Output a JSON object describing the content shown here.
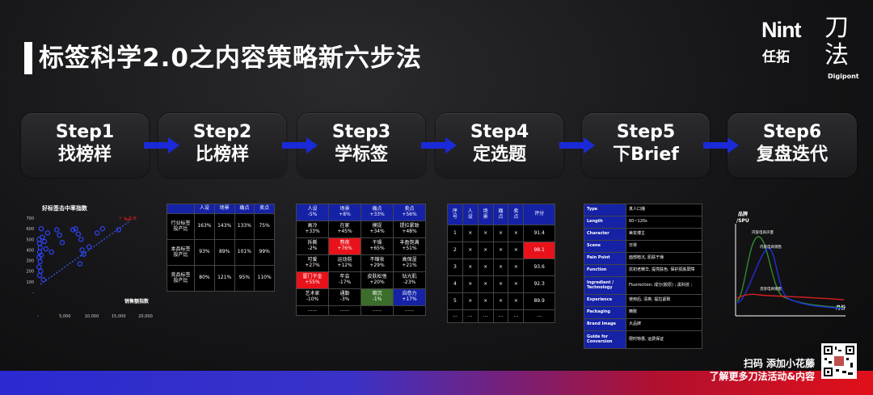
{
  "title": "标签科学2.0之内容策略新六步法",
  "logo": {
    "brand": "Nint",
    "cn": "任拓",
    "mark_line1": "刀",
    "mark_line2": "法",
    "sub": "Digipont"
  },
  "steps": [
    {
      "line1": "Step1",
      "line2": "找榜样"
    },
    {
      "line1": "Step2",
      "line2": "比榜样"
    },
    {
      "line1": "Step3",
      "line2": "学标签"
    },
    {
      "line1": "Step4",
      "line2": "定选题"
    },
    {
      "line1": "Step5",
      "line2": "下Brief"
    },
    {
      "line1": "Step6",
      "line2": "复盘迭代"
    }
  ],
  "colors": {
    "accent_blue": "#1522a6",
    "accent_red": "#e8121a",
    "arrow": "#1a2ad8"
  },
  "chart_data": [
    {
      "type": "scatter",
      "title": "好标签击中率指数",
      "xlabel": "销售额指数",
      "ylabel": "",
      "annotation": "r > 0.6",
      "xlim": [
        0,
        20000
      ],
      "ylim": [
        0,
        700
      ],
      "x_ticks": [
        "-",
        "5,000",
        "10,000",
        "15,000",
        "20,000"
      ],
      "y_ticks": [
        "700",
        "600",
        "500",
        "400",
        "300",
        "200",
        "100",
        "-"
      ],
      "points": [
        [
          200,
          500
        ],
        [
          300,
          460
        ],
        [
          400,
          420
        ],
        [
          300,
          380
        ],
        [
          200,
          330
        ],
        [
          600,
          350
        ],
        [
          400,
          290
        ],
        [
          200,
          240
        ],
        [
          500,
          200
        ],
        [
          300,
          160
        ],
        [
          800,
          520
        ],
        [
          1200,
          480
        ],
        [
          1500,
          410
        ],
        [
          2500,
          380
        ],
        [
          3500,
          590
        ],
        [
          4000,
          540
        ],
        [
          6500,
          590
        ],
        [
          7000,
          600
        ],
        [
          7500,
          550
        ],
        [
          8000,
          500
        ],
        [
          8200,
          400
        ],
        [
          8500,
          360
        ],
        [
          9500,
          430
        ],
        [
          7800,
          270
        ],
        [
          11000,
          560
        ],
        [
          12000,
          600
        ],
        [
          15000,
          590
        ],
        [
          1000,
          120
        ],
        [
          600,
          600
        ],
        [
          1800,
          560
        ],
        [
          4500,
          470
        ]
      ]
    },
    {
      "type": "line",
      "ylabel": "品牌\n/SPU",
      "xlabel": "月份",
      "series": [
        {
          "name": "内容电商声量",
          "color": "#2e8b2e"
        },
        {
          "name": "内容电商销售",
          "color": "#1f2fd8"
        },
        {
          "name": "货架电商销售",
          "color": "#d81f1f"
        }
      ]
    }
  ],
  "table2": {
    "headers": [
      "",
      "人设",
      "场景",
      "痛点",
      "卖点"
    ],
    "rows": [
      [
        "行业标签\n投产比",
        "163%",
        "143%",
        "133%",
        "75%"
      ],
      [
        "本品标签\n投产比",
        "93%",
        "89%",
        "101%",
        "99%"
      ],
      [
        "竞品标签\n投产比",
        "80%",
        "121%",
        "95%",
        "110%"
      ]
    ]
  },
  "table3": {
    "headers": [
      [
        "人设",
        "-5%"
      ],
      [
        "场景",
        "+8%"
      ],
      [
        "痛点",
        "+33%"
      ],
      [
        "卖点",
        "+56%"
      ]
    ],
    "rows": [
      [
        [
          "高冷",
          "+33%",
          ""
        ],
        [
          "在家",
          "+45%",
          ""
        ],
        [
          "摸捉",
          "+34%",
          ""
        ],
        [
          "提拉紧致",
          "+48%",
          ""
        ]
      ],
      [
        [
          "拆撕",
          "-2%",
          ""
        ],
        [
          "熬夜",
          "+76%",
          "red"
        ],
        [
          "干燥",
          "+65%",
          ""
        ],
        [
          "丰盈饱满",
          "+51%",
          ""
        ]
      ],
      [
        [
          "可爱",
          "+27%",
          ""
        ],
        [
          "运动前",
          "+12%",
          ""
        ],
        [
          "不缩妆",
          "+29%",
          ""
        ],
        [
          "高保湿",
          "+21%",
          ""
        ]
      ],
      [
        [
          "厦门干金",
          "+55%",
          "red"
        ],
        [
          "年会",
          "-17%",
          ""
        ],
        [
          "皮肤松弛",
          "+20%",
          ""
        ],
        [
          "钻光肌",
          "-23%",
          ""
        ]
      ],
      [
        [
          "艺术家",
          "-10%",
          ""
        ],
        [
          "通勤",
          "-3%",
          ""
        ],
        [
          "暗沉",
          "-1%",
          "grn"
        ],
        [
          "自愈力",
          "+17%",
          "blu"
        ]
      ]
    ],
    "dots": "......"
  },
  "table4": {
    "headers": [
      "序\n号",
      "人\n设",
      "场\n景",
      "痛\n点",
      "卖\n点",
      "评分"
    ],
    "rows": [
      [
        "1",
        "×",
        "×",
        "×",
        "×",
        "91.4",
        ""
      ],
      [
        "2",
        "×",
        "×",
        "×",
        "×",
        "98.1",
        "red"
      ],
      [
        "3",
        "×",
        "×",
        "×",
        "×",
        "93.6",
        ""
      ],
      [
        "4",
        "×",
        "×",
        "×",
        "×",
        "92.3",
        ""
      ],
      [
        "5",
        "×",
        "×",
        "×",
        "×",
        "89.9",
        ""
      ]
    ],
    "dots": "..."
  },
  "table5": {
    "rows": [
      [
        "Type",
        "真人口播"
      ],
      [
        "Length",
        "60~120s"
      ],
      [
        "Character",
        "美妆博主"
      ],
      [
        "Scene",
        "日常"
      ],
      [
        "Pain Point",
        "面部暗沉, 肌肤干燥"
      ],
      [
        "Function",
        "抗初老精华, 提亮肤色, 保护肌肤屏障"
      ],
      [
        "Ingredient / Technology",
        "Fluoroction: 成分(胶原) ; 黑科技 ;"
      ],
      [
        "Experience",
        "使用后, 清爽, 提拉紧致"
      ],
      [
        "Packaging",
        "精致"
      ],
      [
        "Brand Image",
        "大品牌"
      ],
      [
        "Guide for Conversion",
        "限时特惠, 运费保证"
      ]
    ]
  },
  "footer": {
    "line1": "扫码 添加小花藤",
    "line2": "了解更多刀法活动&内容"
  }
}
